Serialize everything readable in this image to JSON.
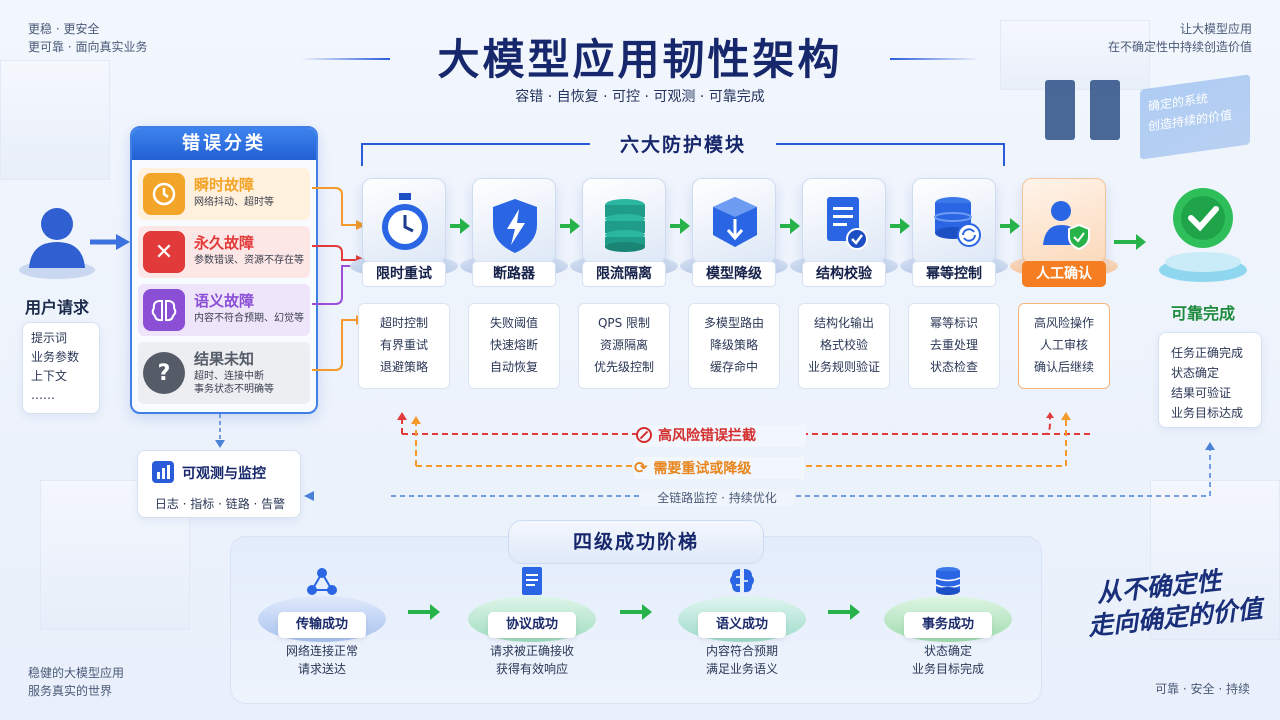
{
  "header": {
    "title": "大模型应用韧性架构",
    "subtitle": "容错 · 自恢复 · 可控 · 可观测 · 可靠完成",
    "top_left_1": "更稳 · 更安全",
    "top_left_2": "更可靠 · 面向真实业务",
    "top_right_1": "让大模型应用",
    "top_right_2": "在不确定性中持续创造价值",
    "bg_sign_1": "确定的系统",
    "bg_sign_2": "创造持续的价值"
  },
  "user": {
    "label": "用户请求",
    "items": [
      "提示词",
      "业务参数",
      "上下文",
      "……"
    ]
  },
  "error_panel": {
    "title": "错误分类",
    "items": [
      {
        "title": "瞬时故障",
        "desc1": "网络抖动、超时等",
        "desc2": "",
        "color": "#f3a52a",
        "bg": "#fff1de",
        "icon": "clock-icon"
      },
      {
        "title": "永久故障",
        "desc1": "参数错误、资源不存在等",
        "desc2": "",
        "color": "#e23a3a",
        "bg": "#fde6e6",
        "icon": "x-icon"
      },
      {
        "title": "语义故障",
        "desc1": "内容不符合预期、幻觉等",
        "desc2": "",
        "color": "#8b4fd6",
        "bg": "#efe5fb",
        "icon": "brain-icon"
      },
      {
        "title": "结果未知",
        "desc1": "超时、连接中断",
        "desc2": "事务状态不明确等",
        "color": "#555c68",
        "bg": "#eceef2",
        "icon": "question-icon"
      }
    ]
  },
  "modules": {
    "header": "六大防护模块",
    "items": [
      {
        "label": "限时重试",
        "desc": [
          "超时控制",
          "有界重试",
          "退避策略"
        ],
        "icon": "stopwatch-icon"
      },
      {
        "label": "断路器",
        "desc": [
          "失败阈值",
          "快速熔断",
          "自动恢复"
        ],
        "icon": "shield-lightning-icon"
      },
      {
        "label": "限流隔离",
        "desc": [
          "QPS 限制",
          "资源隔离",
          "优先级控制"
        ],
        "icon": "database-stack-icon"
      },
      {
        "label": "模型降级",
        "desc": [
          "多模型路由",
          "降级策略",
          "缓存命中"
        ],
        "icon": "cube-down-icon"
      },
      {
        "label": "结构校验",
        "desc": [
          "结构化输出",
          "格式校验",
          "业务规则验证"
        ],
        "icon": "document-check-icon"
      },
      {
        "label": "幂等控制",
        "desc": [
          "幂等标识",
          "去重处理",
          "状态检查"
        ],
        "icon": "database-sync-icon"
      },
      {
        "label": "人工确认",
        "desc": [
          "高风险操作",
          "人工审核",
          "确认后继续"
        ],
        "icon": "user-shield-icon"
      }
    ]
  },
  "result": {
    "label": "可靠完成",
    "items": [
      "任务正确完成",
      "状态确定",
      "结果可验证",
      "业务目标达成"
    ]
  },
  "feedback": {
    "red": "高风险错误拦截",
    "orange": "需要重试或降级",
    "monitor": "全链路监控 · 持续优化"
  },
  "observability": {
    "title": "可观测与监控",
    "desc": "日志 · 指标 · 链路 · 告警"
  },
  "ladder": {
    "title": "四级成功阶梯",
    "steps": [
      {
        "label": "传输成功",
        "desc1": "网络连接正常",
        "desc2": "请求送达",
        "icon": "network-icon"
      },
      {
        "label": "协议成功",
        "desc1": "请求被正确接收",
        "desc2": "获得有效响应",
        "icon": "document-icon"
      },
      {
        "label": "语义成功",
        "desc1": "内容符合预期",
        "desc2": "满足业务语义",
        "icon": "brain-icon"
      },
      {
        "label": "事务成功",
        "desc1": "状态确定",
        "desc2": "业务目标完成",
        "icon": "database-icon"
      }
    ]
  },
  "slogan": {
    "line1": "从不确定性",
    "line2": "走向确定的价值"
  },
  "footer": {
    "left1": "稳健的大模型应用",
    "left2": "服务真实的世界",
    "right": "可靠 · 安全 · 持续"
  }
}
